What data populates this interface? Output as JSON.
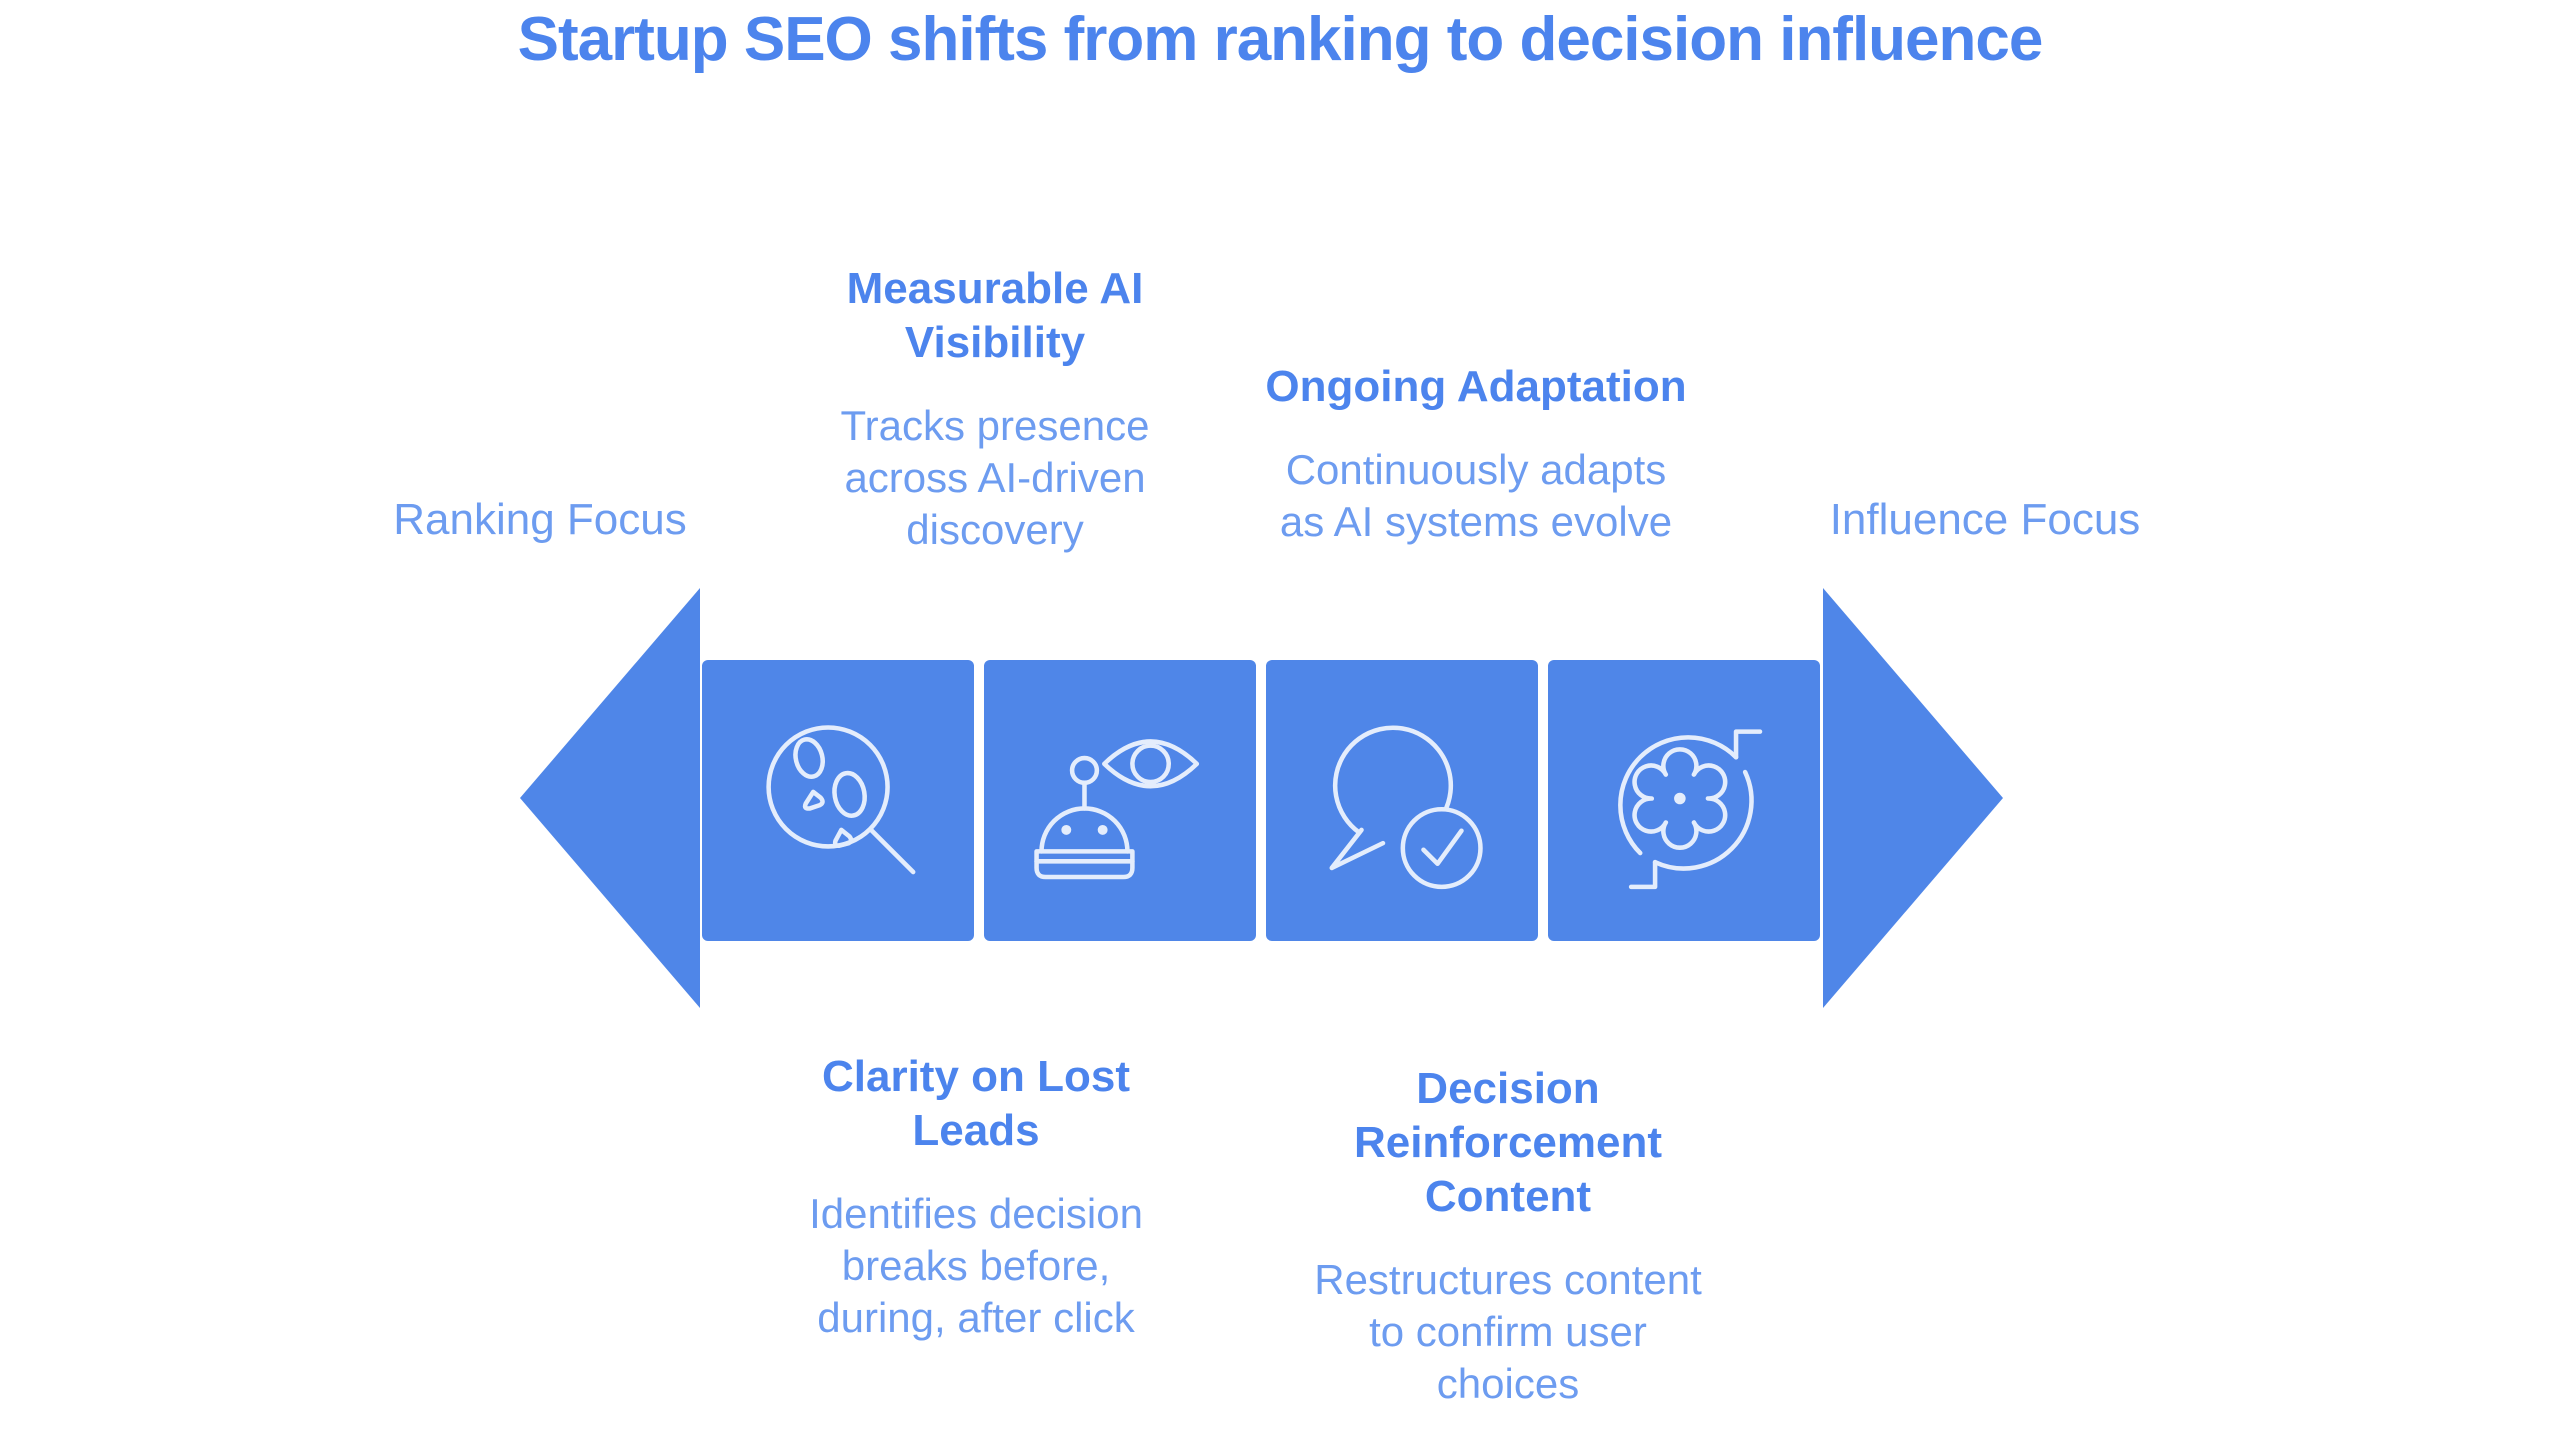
{
  "title": "Startup SEO shifts from ranking to decision influence",
  "side_labels": {
    "left": "Ranking Focus",
    "right": "Influence Focus"
  },
  "top_labels": [
    {
      "heading": [
        "Measurable AI",
        "Visibility"
      ],
      "body": [
        "Tracks presence",
        "across AI-driven",
        "discovery"
      ]
    },
    {
      "heading": [
        "Ongoing Adaptation"
      ],
      "body": [
        "Continuously adapts",
        "as AI systems evolve"
      ]
    }
  ],
  "bottom_labels": [
    {
      "heading": [
        "Clarity on Lost",
        "Leads"
      ],
      "body": [
        "Identifies decision",
        "breaks before,",
        "during, after click"
      ]
    },
    {
      "heading": [
        "Decision",
        "Reinforcement",
        "Content"
      ],
      "body": [
        "Restructures content",
        "to confirm user",
        "choices"
      ]
    }
  ],
  "steps": [
    {
      "icon": "search-analysis-icon"
    },
    {
      "icon": "robot-eye-icon"
    },
    {
      "icon": "chat-check-icon"
    },
    {
      "icon": "gear-sync-icon"
    }
  ],
  "arrow": {
    "direction": "bidirectional"
  },
  "colors": {
    "arrow_fill": "#4F86E8",
    "heading_text": "#4C84ED",
    "body_text": "#6D9CF0",
    "icon_stroke": "#E4EDFC",
    "background": "#FFFFFF"
  }
}
